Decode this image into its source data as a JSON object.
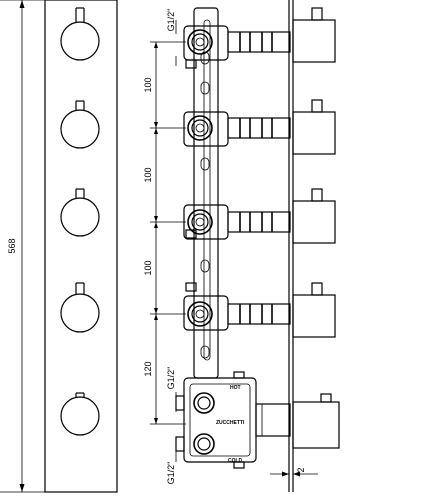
{
  "dimensions": {
    "overall_height": "568",
    "spacing_1": "100",
    "spacing_2": "100",
    "spacing_3": "100",
    "spacing_4": "120",
    "thread_top": "G1/2\"",
    "thread_mid": "G1/2\"",
    "thread_bottom": "G1/2\"",
    "offset": "2"
  },
  "labels": {
    "hot": "HOT",
    "cold": "COLD",
    "brand": "ZUCCHETTI"
  }
}
